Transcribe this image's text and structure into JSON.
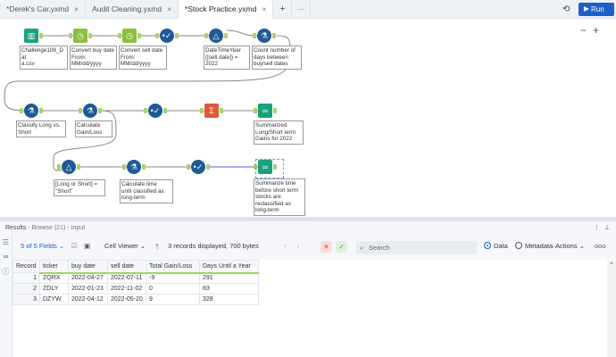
{
  "tabs": [
    {
      "label": "*Derek's Car.yxmd",
      "close": "×"
    },
    {
      "label": "Audit Cleaning.yxmd",
      "close": "×"
    },
    {
      "label": "*Stock Practice.yxmd",
      "close": "×",
      "active": true
    }
  ],
  "tab_add": "+",
  "tab_more": "···",
  "run_label": "Run",
  "zoom_out": "−",
  "zoom_in": "+",
  "workflow": {
    "nodes": [
      {
        "icon": "book-icon",
        "color": "#1aa17e",
        "label": "Challenge108_Dat\na.csv"
      },
      {
        "icon": "datetime-icon",
        "color": "#8bbf3c",
        "label": "Convert buy date\nFrom:\nMM/dd/yyyy"
      },
      {
        "icon": "datetime-icon",
        "color": "#8bbf3c",
        "label": "Convert sell date\nFrom:\nMM/dd/yyyy"
      },
      {
        "icon": "select-icon",
        "color": "#1d5a96",
        "label": ""
      },
      {
        "icon": "filter-icon",
        "color": "#1d5a96",
        "label": "DateTimeYear\n([sell date]) =\n2022"
      },
      {
        "icon": "formula-icon",
        "color": "#1d5a96",
        "label": "Count number of\ndays between\nbuy/sell dates"
      },
      {
        "icon": "formula-icon",
        "color": "#1d5a96",
        "label": "Classify Long vs.\nShort"
      },
      {
        "icon": "formula-icon",
        "color": "#1d5a96",
        "label": "Calculate\nGain/Loss"
      },
      {
        "icon": "select-icon",
        "color": "#1d5a96",
        "label": ""
      },
      {
        "icon": "summarize-icon",
        "color": "#e0583a",
        "label": ""
      },
      {
        "icon": "browse-icon",
        "color": "#1aa17e",
        "label": "Summarized\nLong/Short term\nGains for 2022"
      },
      {
        "icon": "filter-icon",
        "color": "#1d5a96",
        "label": "[Long or Short] =\n\"Short\""
      },
      {
        "icon": "formula-icon",
        "color": "#1d5a96",
        "label": "Calculate time\nuntil classified as\nlong-term"
      },
      {
        "icon": "select-icon",
        "color": "#1d5a96",
        "label": ""
      },
      {
        "icon": "browse-icon",
        "color": "#1aa17e",
        "label": "Summarize time\nbefore short term\nstocks are\nreclassified as\nlong-term"
      }
    ]
  },
  "results": {
    "title": "Results",
    "subtitle": " - Browse (21) - Input",
    "fields": "5 of 5 Fields",
    "cell_viewer": "Cell Viewer",
    "record_info": "3 records displayed, 700 bytes",
    "search_placeholder": "Search",
    "data_label": "Data",
    "metadata_label": "Metadata",
    "actions_label": "Actions",
    "columns": [
      "Record",
      "ticker",
      "buy date",
      "sell date",
      "Total Gain/Loss",
      "Days Until a Year"
    ],
    "rows": [
      [
        "1",
        "ZQRX",
        "2022-04-27",
        "2022-07-11",
        "-9",
        "291"
      ],
      [
        "2",
        "ZDLY",
        "2022-01-23",
        "2022-11-02",
        "0",
        "83"
      ],
      [
        "3",
        "DZYW",
        "2022-04-12",
        "2022-05-20",
        "9",
        "328"
      ]
    ]
  }
}
